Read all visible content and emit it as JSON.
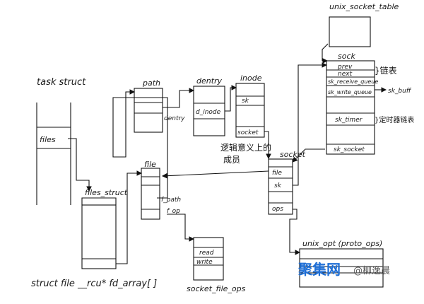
{
  "labels": {
    "task_struct": "task struct",
    "files": "files",
    "files_struct": "files_struct",
    "fd_array": "struct file __rcu* fd_array[ ]",
    "path": "path",
    "dentry_ptr": "dentry",
    "dentry": "dentry",
    "d_inode": "d_inode",
    "inode": "inode",
    "sk": "sk",
    "socket_field": "socket",
    "note_cn_1": "逻辑意义上的",
    "note_cn_2": "成员",
    "file": "file",
    "f_path": "f_path",
    "f_op": "f_op",
    "read": "read",
    "write": "write",
    "socket_file_ops": "socket_file_ops",
    "unix_socket_table": "unix_socket_table",
    "sock": "sock",
    "prev": "prev",
    "next": "next",
    "chain_cn": "}链表",
    "sk_receive_queue": "sk_receive_queue",
    "sk_write_queue": "sk_write_queue",
    "sk_buff": "sk_buff",
    "sk_timer": "sk_timer",
    "timer_cn": "}定时器链表",
    "sk_socket": "sk_socket",
    "socket": "socket",
    "sock_file": "file",
    "sock_sk": "sk",
    "ops": "ops",
    "unix_opt": "unix_opt (proto_ops)"
  },
  "watermark": {
    "brand": "聚集网",
    "author": "@柳逸晨"
  }
}
